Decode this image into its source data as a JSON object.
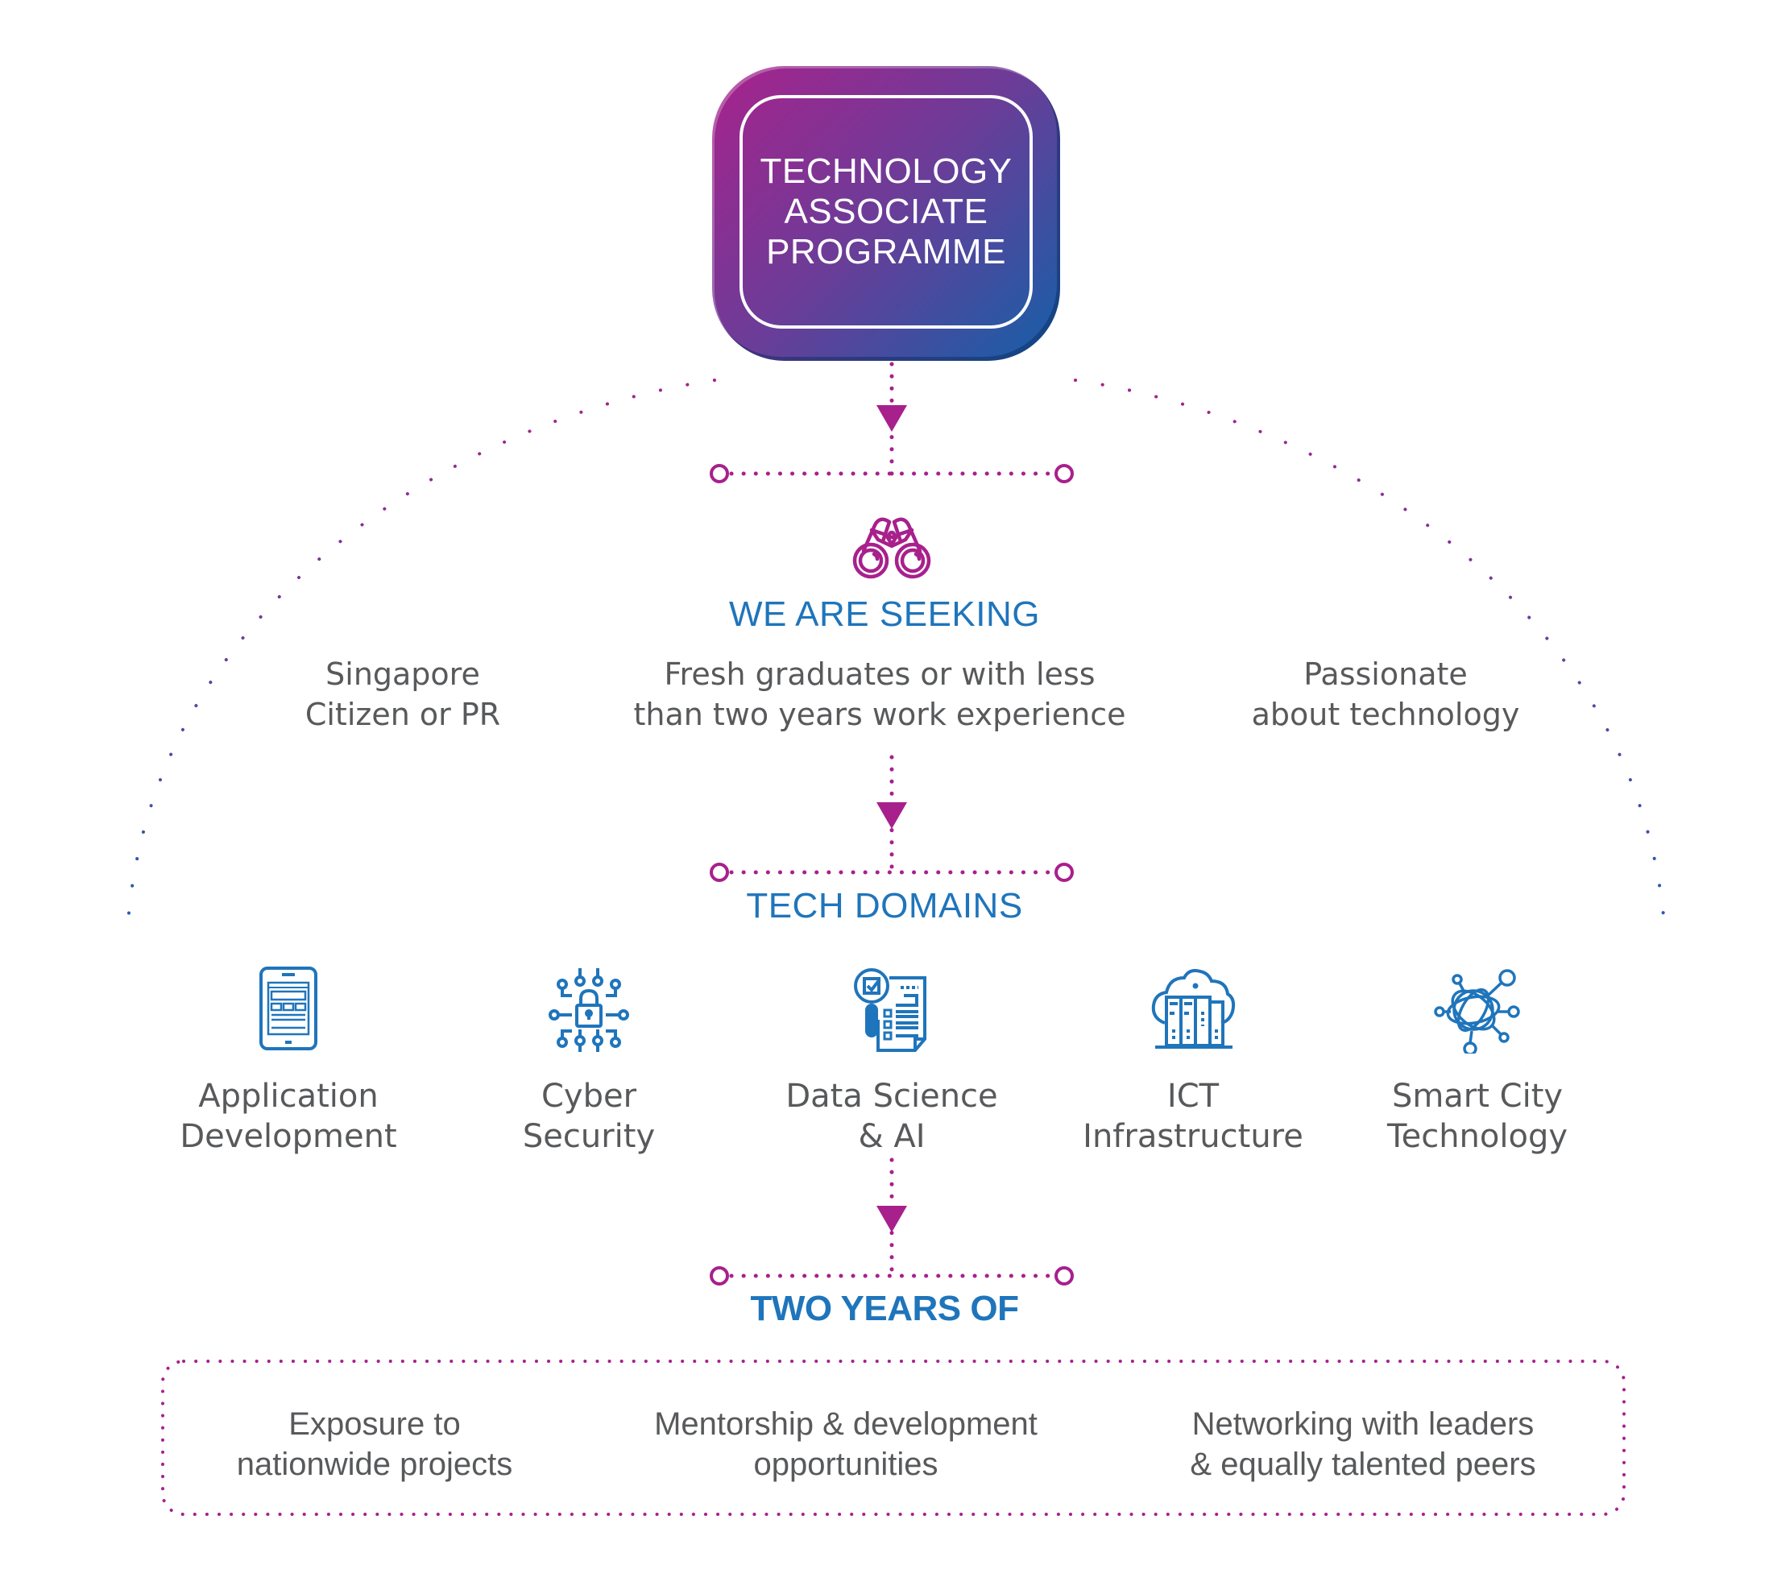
{
  "colors": {
    "magenta": "#a8208c",
    "blue": "#1f75bb",
    "text_gray": "#58595b",
    "gradient_start": "#a8228c",
    "gradient_end": "#1460a8"
  },
  "hero": {
    "title": "TECHNOLOGY\nASSOCIATE\nPROGRAMME"
  },
  "seeking": {
    "icon": "binoculars-icon",
    "heading": "WE ARE SEEKING",
    "criteria": [
      {
        "text": "Singapore\nCitizen or PR"
      },
      {
        "text": "Fresh graduates or with less\nthan two years work experience"
      },
      {
        "text": "Passionate\nabout technology"
      }
    ]
  },
  "domains": {
    "heading": "TECH DOMAINS",
    "items": [
      {
        "icon": "tablet-app-icon",
        "label": "Application\nDevelopment"
      },
      {
        "icon": "circuit-lock-icon",
        "label": "Cyber\nSecurity"
      },
      {
        "icon": "magnifier-report-icon",
        "label": "Data Science\n& AI"
      },
      {
        "icon": "cloud-server-icon",
        "label": "ICT\nInfrastructure"
      },
      {
        "icon": "network-globe-icon",
        "label": "Smart City\nTechnology"
      }
    ]
  },
  "benefits": {
    "heading": "TWO YEARS OF",
    "items": [
      {
        "text": "Exposure to\nnationwide projects"
      },
      {
        "text": "Mentorship & development\nopportunities"
      },
      {
        "text": "Networking with leaders\n& equally talented peers"
      }
    ]
  }
}
